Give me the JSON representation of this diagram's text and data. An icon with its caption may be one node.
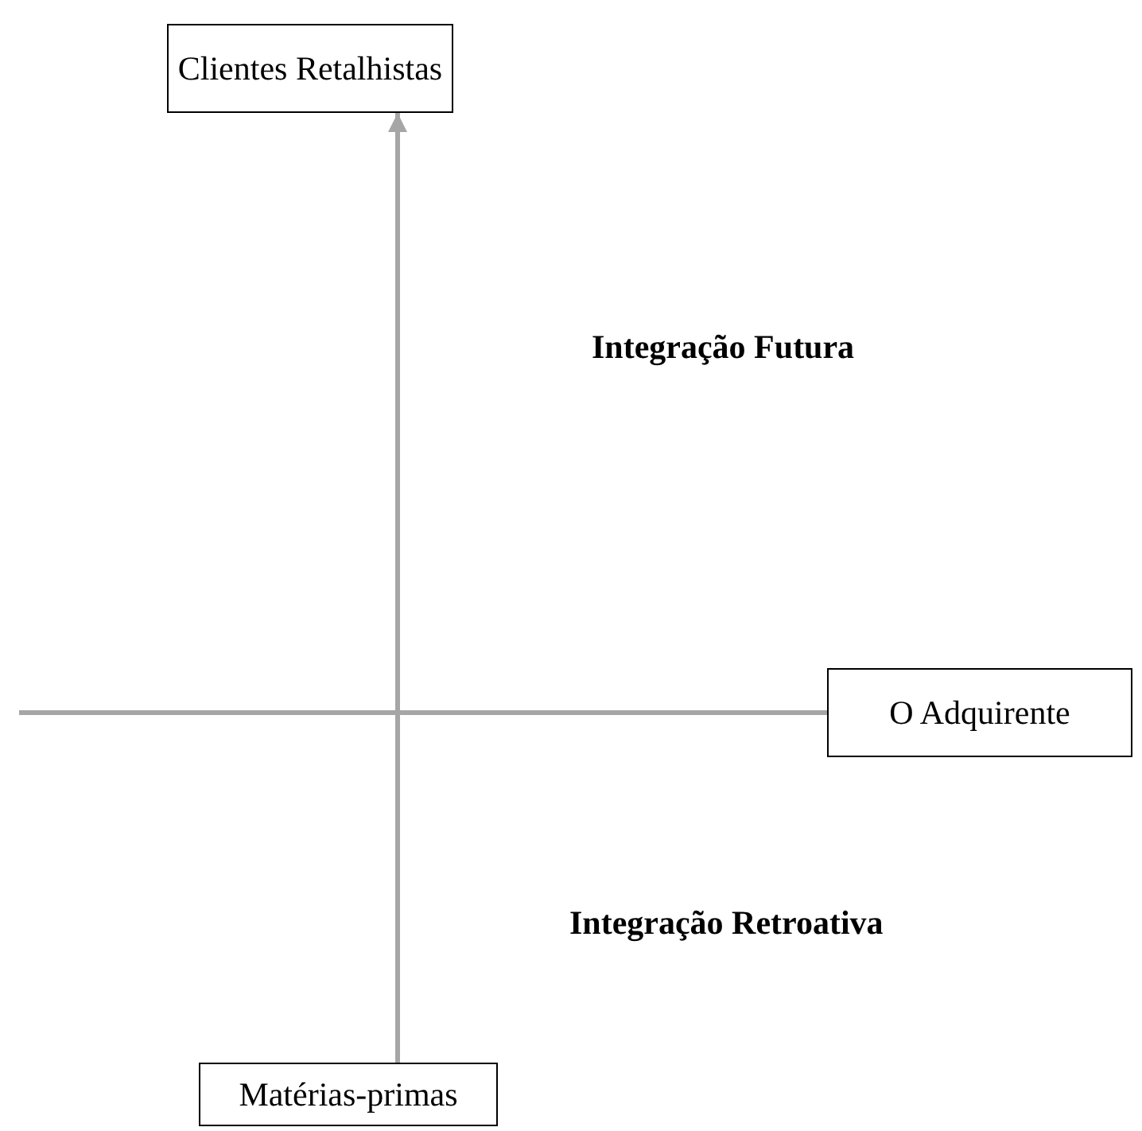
{
  "diagram": {
    "nodes": [
      {
        "text": [
          "Clientes Retalhistas"
        ]
      },
      {
        "text": [
          "O Adquirente"
        ]
      },
      {
        "text": [
          "Matérias-primas"
        ]
      }
    ],
    "edges": [
      {
        "from": 2,
        "to": 0,
        "arrow": "to"
      },
      {
        "from": null,
        "to": 1,
        "arrow": "none"
      }
    ],
    "labels": [
      "Integração Futura",
      "Integração Retroativa"
    ]
  }
}
